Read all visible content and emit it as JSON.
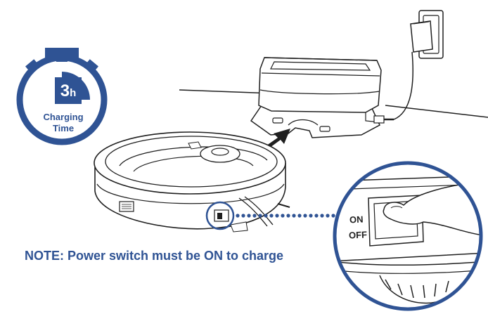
{
  "charging_timer": {
    "hours_number": "3",
    "hours_unit": "h",
    "label_line1": "Charging",
    "label_line2": "Time"
  },
  "switch_detail": {
    "on_label": "ON",
    "off_label": "OFF"
  },
  "note": "NOTE: Power switch must be ON to charge",
  "colors": {
    "accent": "#2f5394",
    "line": "#1f1f1f"
  }
}
